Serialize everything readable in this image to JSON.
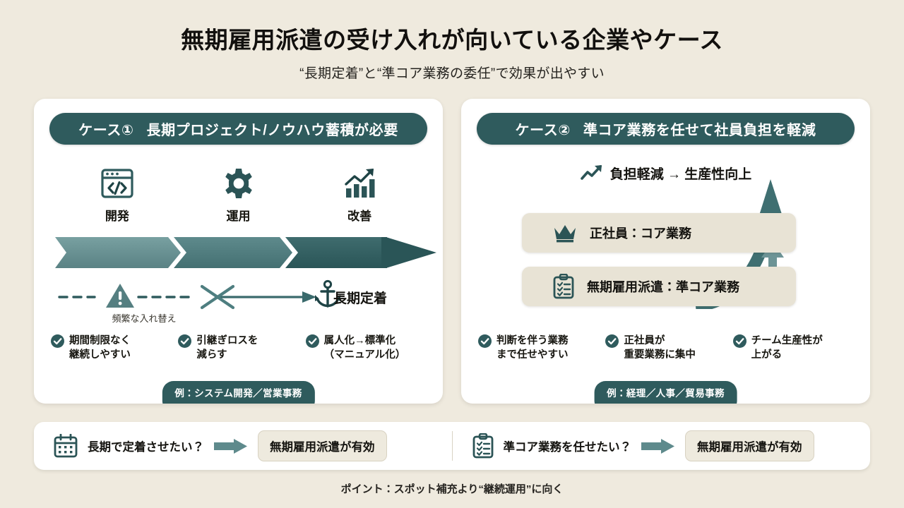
{
  "header": {
    "title": "無期雇用派遣の受け入れが向いている企業やケース",
    "subtitle": "“長期定着”と“準コア業務の委任”で効果が出やすい"
  },
  "theme": {
    "background": "#efeade",
    "panel": "#ffffff",
    "accent_dark": "#2f5b5d",
    "accent_mid": "#4a7a7b",
    "accent_light": "#6f9697",
    "card_beige": "#e8e3d5"
  },
  "case1": {
    "case_no": "ケース①",
    "case_title": "長期プロジェクト/ノウハウ蓄積が必要",
    "stages": [
      {
        "icon": "code-window-icon",
        "label": "開発"
      },
      {
        "icon": "gear-icon",
        "label": "運用"
      },
      {
        "icon": "bar-chart-up-icon",
        "label": "改善"
      }
    ],
    "dashed": {
      "warning_icon": "warning-triangle-icon",
      "caption": "頻繁な入れ替え",
      "cross_icon": "cross-icon",
      "anchor_icon": "anchor-icon",
      "anchor_label": "長期定着"
    },
    "checks": [
      "期間制限なく\n継続しやすい",
      "引継ぎロスを\n減らす",
      "属人化→標準化\n（マニュアル化）"
    ],
    "example": "例：システム開発／営業事務"
  },
  "case2": {
    "case_no": "ケース②",
    "case_title": "準コア業務を任せて社員負担を軽減",
    "gain": {
      "icon": "trend-up-icon",
      "text": "負担軽減 → 生産性向上"
    },
    "roles": [
      {
        "icon": "crown-icon",
        "text": "正社員：コア業務"
      },
      {
        "icon": "clipboard-check-icon",
        "text": "無期雇用派遣：準コア業務"
      }
    ],
    "checks": [
      "判断を伴う業務\nまで任せやすい",
      "正社員が\n重要業務に集中",
      "チーム生産性が\n上がる"
    ],
    "example": "例：経理／人事／貿易事務"
  },
  "bottom": [
    {
      "icon": "calendar-icon",
      "question": "長期で定着させたい？",
      "arrow_icon": "arrow-right-icon",
      "result": "無期雇用派遣が有効"
    },
    {
      "icon": "clipboard-check-icon",
      "question": "準コア業務を任せたい？",
      "arrow_icon": "arrow-right-icon",
      "result": "無期雇用派遣が有効"
    }
  ],
  "footer": {
    "note": "ポイント：スポット補充より“継続運用”に向く"
  }
}
